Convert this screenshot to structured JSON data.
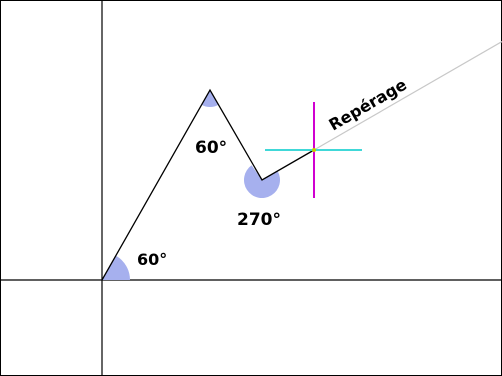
{
  "labels": {
    "angle_base": "60°",
    "angle_apex": "60°",
    "angle_reflex": "270°",
    "ray_label": "Repérage"
  },
  "colors": {
    "frame": "#000000",
    "axis": "#000000",
    "path": "#000000",
    "angle_fill": "#a6b0ee",
    "ray": "#c8c8c8",
    "cursor_vertical": "#d000d0",
    "cursor_horizontal": "#40d8d8",
    "cursor_center": "#c8c800"
  },
  "icons": {
    "cursor": "crosshair-icon"
  }
}
